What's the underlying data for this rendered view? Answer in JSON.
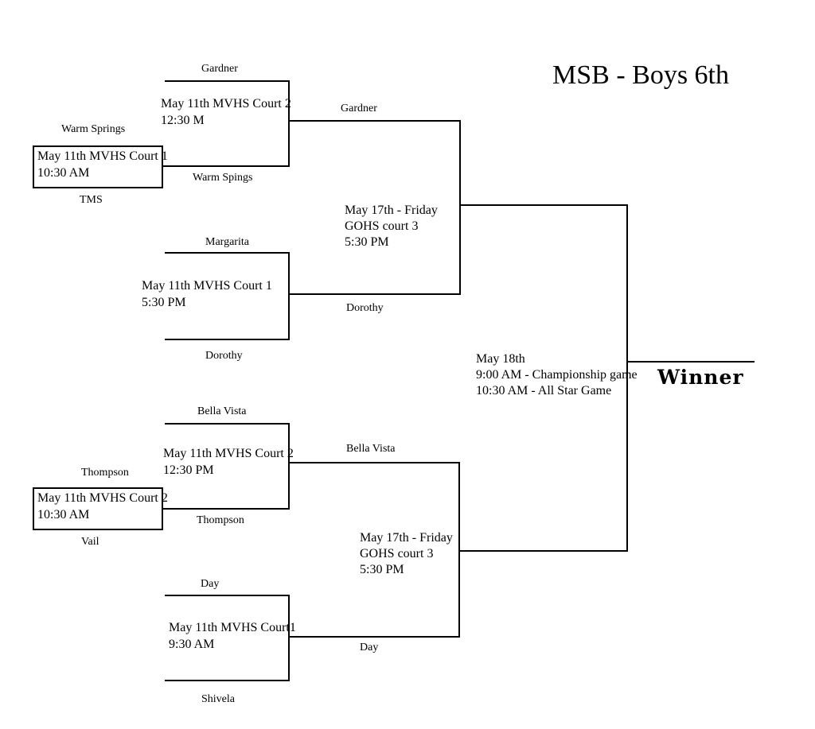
{
  "title": "MSB - Boys 6th",
  "games": {
    "playin_top": {
      "top_team": "Warm Springs",
      "bottom_team": "TMS",
      "info": [
        "May 11th MVHS Court 1",
        "10:30 AM"
      ],
      "winner": "Warm Spings"
    },
    "quarter_gardner": {
      "top_team": "Gardner",
      "info": [
        "May 11th MVHS Court 2",
        "12:30 M"
      ],
      "winner": "Gardner"
    },
    "quarter_margarita": {
      "top_team": "Margarita",
      "bottom_team": "Dorothy",
      "info": [
        "May 11th MVHS Court 1",
        "5:30 PM"
      ],
      "winner": "Dorothy"
    },
    "semi_top": {
      "info": [
        "May 17th - Friday",
        "GOHS court 3",
        "5:30 PM"
      ]
    },
    "playin_bottom": {
      "top_team": "Thompson",
      "bottom_team": "Vail",
      "info": [
        "May 11th MVHS Court 2",
        "10:30 AM"
      ],
      "winner": "Thompson"
    },
    "quarter_bella": {
      "top_team": "Bella Vista",
      "info": [
        "May 11th MVHS Court 2",
        "12:30 PM"
      ],
      "winner": "Bella Vista"
    },
    "quarter_day": {
      "top_team": "Day",
      "bottom_team": "Shivela",
      "info": [
        "May 11th MVHS Court1",
        "9:30 AM"
      ],
      "winner": "Day"
    },
    "semi_bottom": {
      "info": [
        "May 17th - Friday",
        "GOHS court 3",
        "5:30 PM"
      ]
    },
    "final": {
      "info": [
        "May 18th",
        "9:00 AM - Championship game",
        "10:30 AM - All Star Game"
      ],
      "winner_label": "Winner"
    }
  }
}
